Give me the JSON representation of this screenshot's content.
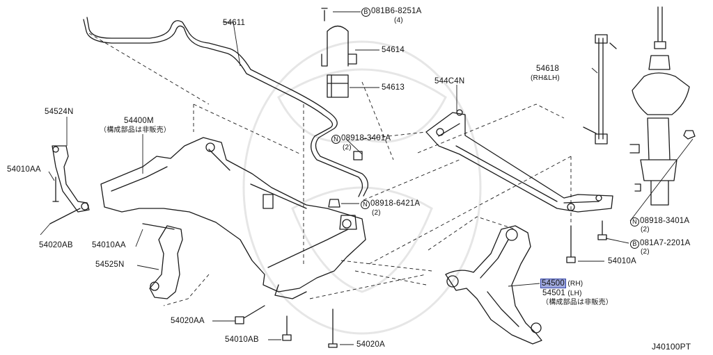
{
  "diagram_code": "J40100PT",
  "callouts": [
    {
      "id": "c54611",
      "part": "54611"
    },
    {
      "id": "c54614",
      "part": "54614"
    },
    {
      "id": "c54613",
      "part": "54613"
    },
    {
      "id": "c544c4n",
      "part": "544C4N"
    },
    {
      "id": "c54618",
      "part": "54618",
      "note": "(RH&LH)"
    },
    {
      "id": "c54524n",
      "part": "54524N"
    },
    {
      "id": "c54400m",
      "part": "54400M",
      "note": "（構成部品は非販売）"
    },
    {
      "id": "c54010aa1",
      "part": "54010AA"
    },
    {
      "id": "c54020ab",
      "part": "54020AB"
    },
    {
      "id": "c54010aa2",
      "part": "54010AA"
    },
    {
      "id": "c54525n",
      "part": "54525N"
    },
    {
      "id": "c54020aa",
      "part": "54020AA"
    },
    {
      "id": "c54010ab",
      "part": "54010AB"
    },
    {
      "id": "c54020a",
      "part": "54020A"
    },
    {
      "id": "c54010a",
      "part": "54010A"
    },
    {
      "id": "c54500",
      "part": "54500",
      "note": "(RH)"
    },
    {
      "id": "c54501",
      "part": "54501",
      "note": "(LH)"
    },
    {
      "id": "c54501n",
      "note": "（構成部品は非販売）"
    }
  ],
  "fasteners": [
    {
      "prefix": "B",
      "number": "081B6-8251A",
      "qty": "(4)"
    },
    {
      "prefix": "N",
      "number": "08918-3401A",
      "qty": "(2)"
    },
    {
      "prefix": "N",
      "number": "08918-6421A",
      "qty": "(2)"
    },
    {
      "prefix": "N",
      "number": "08918-3401A",
      "qty": "(2)"
    },
    {
      "prefix": "B",
      "number": "081A7-2201A",
      "qty": "(2)"
    }
  ],
  "colors": {
    "line": "#1a1a1a",
    "highlight": "#9fa8dc",
    "watermark": "#e8e8e8"
  }
}
